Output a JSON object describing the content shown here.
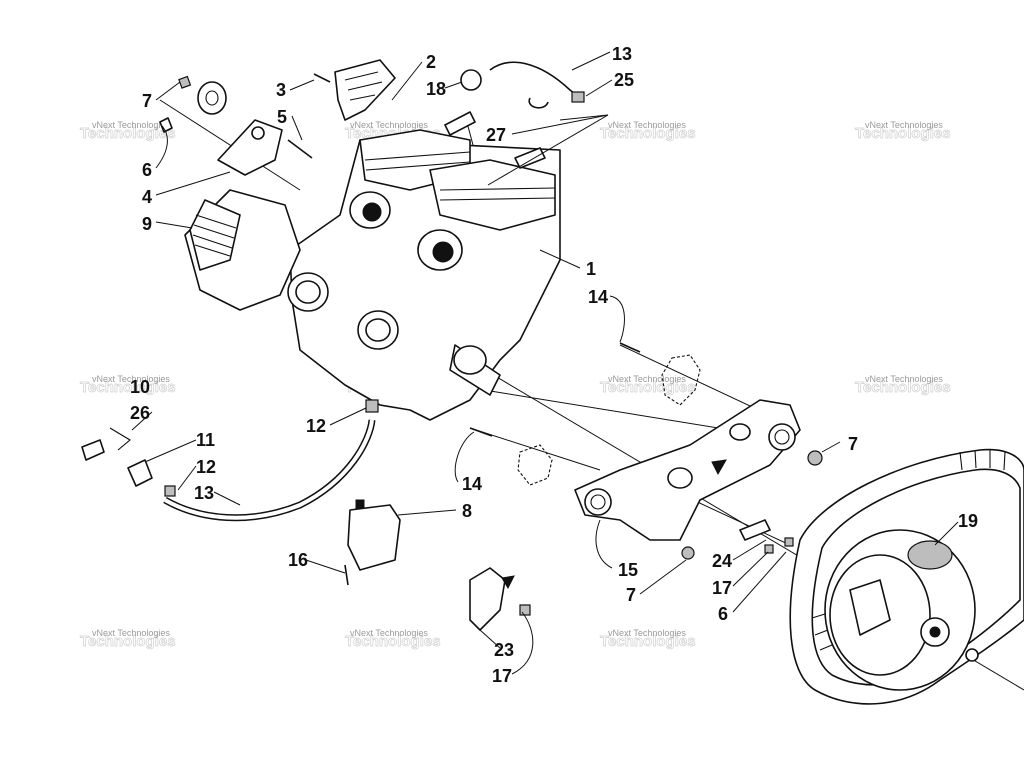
{
  "diagram": {
    "callouts": [
      {
        "id": "c1",
        "text": "1"
      },
      {
        "id": "c2",
        "text": "2"
      },
      {
        "id": "c3",
        "text": "3"
      },
      {
        "id": "c4",
        "text": "4"
      },
      {
        "id": "c5",
        "text": "5"
      },
      {
        "id": "c6a",
        "text": "6"
      },
      {
        "id": "c6b",
        "text": "6"
      },
      {
        "id": "c7a",
        "text": "7"
      },
      {
        "id": "c7b",
        "text": "7"
      },
      {
        "id": "c7c",
        "text": "7"
      },
      {
        "id": "c8",
        "text": "8"
      },
      {
        "id": "c9",
        "text": "9"
      },
      {
        "id": "c10",
        "text": "10"
      },
      {
        "id": "c11",
        "text": "11"
      },
      {
        "id": "c12a",
        "text": "12"
      },
      {
        "id": "c12b",
        "text": "12"
      },
      {
        "id": "c13a",
        "text": "13"
      },
      {
        "id": "c13b",
        "text": "13"
      },
      {
        "id": "c14a",
        "text": "14"
      },
      {
        "id": "c14b",
        "text": "14"
      },
      {
        "id": "c15",
        "text": "15"
      },
      {
        "id": "c16",
        "text": "16"
      },
      {
        "id": "c17a",
        "text": "17"
      },
      {
        "id": "c17b",
        "text": "17"
      },
      {
        "id": "c18",
        "text": "18"
      },
      {
        "id": "c19",
        "text": "19"
      },
      {
        "id": "c23",
        "text": "23"
      },
      {
        "id": "c24",
        "text": "24"
      },
      {
        "id": "c25",
        "text": "25"
      },
      {
        "id": "c26",
        "text": "26"
      },
      {
        "id": "c27",
        "text": "27"
      }
    ],
    "watermark": {
      "text": "vNext Technologies",
      "big_text": "Technologies"
    }
  }
}
